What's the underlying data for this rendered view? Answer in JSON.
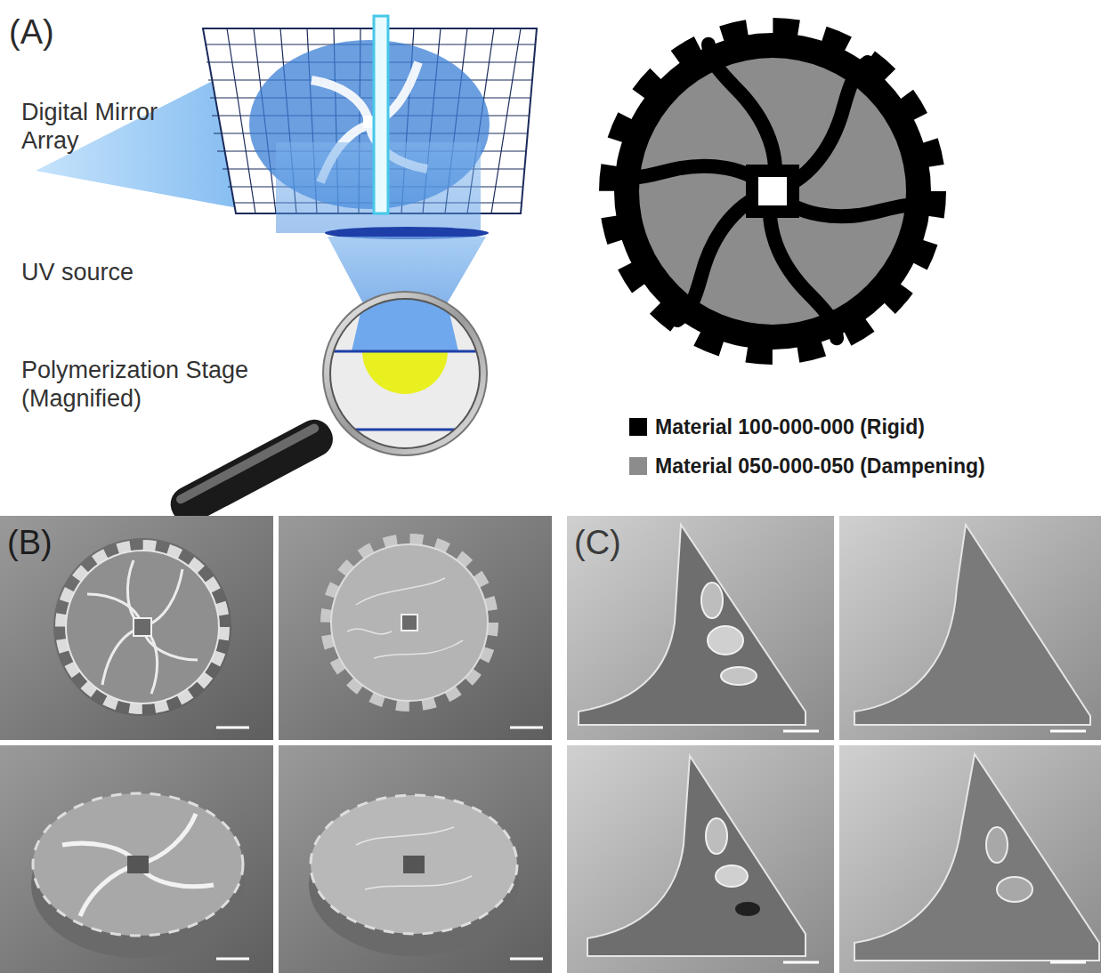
{
  "diagram": {
    "labels": [
      "(A)",
      "Digital Mirror Array",
      "UV source",
      "Polymerization Stage (Magnified)",
      "(B)",
      "(C)"
    ],
    "legend": [
      {
        "text": "Material 100-000-000 (Rigid)",
        "color": "#000000"
      },
      {
        "text": "Material 050-000-050 (Dampening)",
        "color": "#8c8c8c"
      }
    ]
  }
}
